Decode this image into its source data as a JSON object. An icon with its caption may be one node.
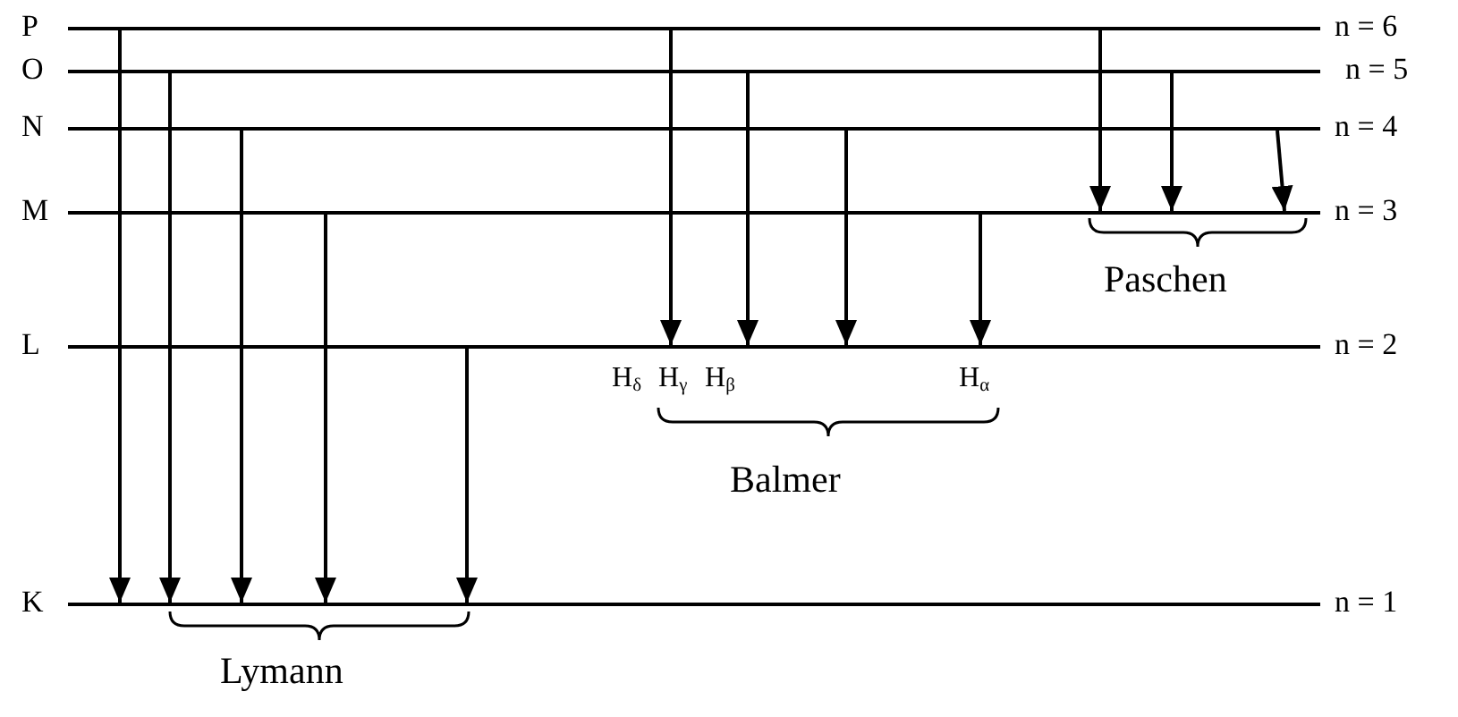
{
  "diagram": {
    "nodes": [
      {
        "text": [
          "P"
        ],
        "beside": [
          "n = 6"
        ]
      },
      {
        "text": [
          "O"
        ],
        "beside": [
          "n = 5"
        ]
      },
      {
        "text": [
          "N"
        ],
        "beside": [
          "n = 4"
        ]
      },
      {
        "text": [
          "M"
        ],
        "beside": [
          "n = 3"
        ]
      },
      {
        "text": [
          "L"
        ],
        "beside": [
          "n = 2"
        ]
      },
      {
        "text": [
          "K"
        ],
        "beside": [
          "n = 1"
        ]
      }
    ],
    "edges": [
      {
        "from": 0,
        "to": 5,
        "arrow": "to"
      },
      {
        "from": 1,
        "to": 5,
        "arrow": "to"
      },
      {
        "from": 2,
        "to": 5,
        "arrow": "to"
      },
      {
        "from": 3,
        "to": 5,
        "arrow": "to"
      },
      {
        "from": 4,
        "to": 5,
        "arrow": "to"
      },
      {
        "from": 0,
        "to": 4,
        "arrow": "to"
      },
      {
        "from": 1,
        "to": 4,
        "arrow": "to"
      },
      {
        "from": 2,
        "to": 4,
        "arrow": "to"
      },
      {
        "from": 3,
        "to": 4,
        "arrow": "to"
      },
      {
        "from": 0,
        "to": 3,
        "arrow": "to"
      },
      {
        "from": 1,
        "to": 3,
        "arrow": "to"
      },
      {
        "from": 2,
        "to": 3,
        "arrow": "to"
      }
    ],
    "labels": [
      "Paschen",
      "H$_{δ}$",
      "H$_{γ}$",
      "H$_{β}$",
      "H$_{α}$",
      "Balmer",
      "Lymann"
    ]
  }
}
